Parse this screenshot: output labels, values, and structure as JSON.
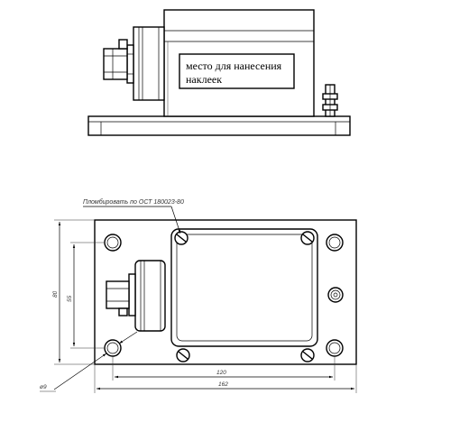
{
  "labels": {
    "sticker_area_line1": "место для нанесения",
    "sticker_area_line2": "наклеек",
    "seal_callout": "Пломбировать по ОСТ 180023-80"
  },
  "dimensions": {
    "width_outer": "162",
    "width_holes": "120",
    "height_outer": "80",
    "height_holes": "55",
    "hole_diameter": "ø9"
  }
}
